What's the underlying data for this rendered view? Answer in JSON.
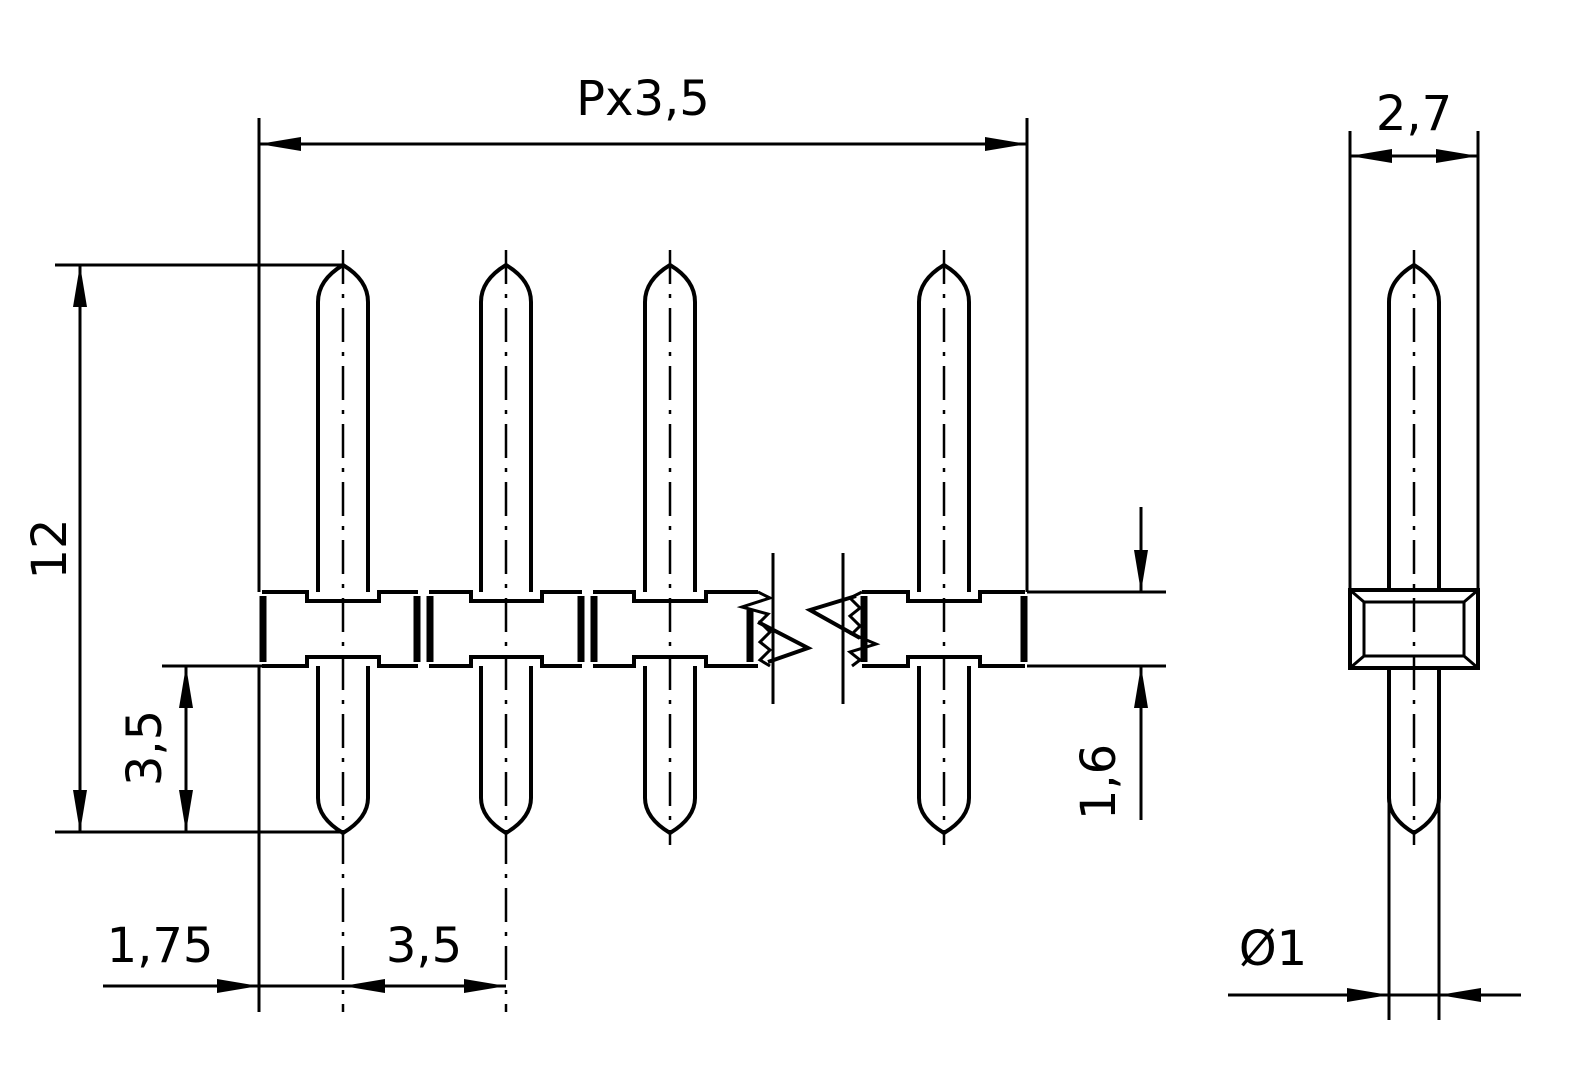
{
  "labels": {
    "total_length": "Px3,5",
    "depth": "2,7",
    "pin_length": "12",
    "lower_pin": "3,5",
    "body_height": "1,6",
    "edge_offset": "1,75",
    "pitch": "3,5",
    "pin_diameter": "Ø1"
  }
}
